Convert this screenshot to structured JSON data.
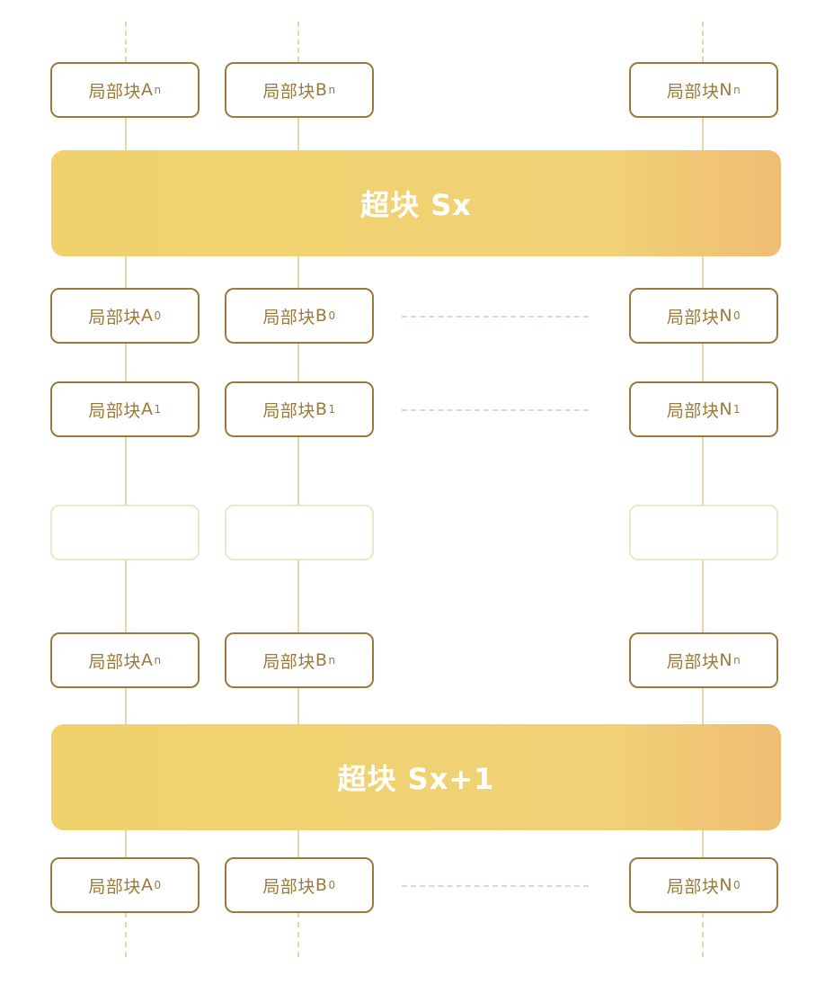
{
  "super_blocks": {
    "top": {
      "label": "超块 Sx"
    },
    "bottom": {
      "label": "超块 Sx+1"
    }
  },
  "blocks": {
    "prefix": "局部块",
    "columns": [
      "A",
      "B",
      "N"
    ],
    "rows": {
      "r1": [
        "n",
        "n",
        "n"
      ],
      "r2": [
        "0",
        "0",
        "0"
      ],
      "r3": [
        "1",
        "1",
        "1"
      ],
      "r5": [
        "n",
        "n",
        "n"
      ],
      "r6": [
        "0",
        "0",
        "0"
      ]
    }
  },
  "colors": {
    "box_border": "#9b7a3b",
    "box_text": "#9b7a3b",
    "line": "#e6d7a9",
    "ghost_border": "#efe5cb",
    "super_gradient": [
      "#efd26b",
      "#f1d277",
      "#efbd72"
    ]
  }
}
